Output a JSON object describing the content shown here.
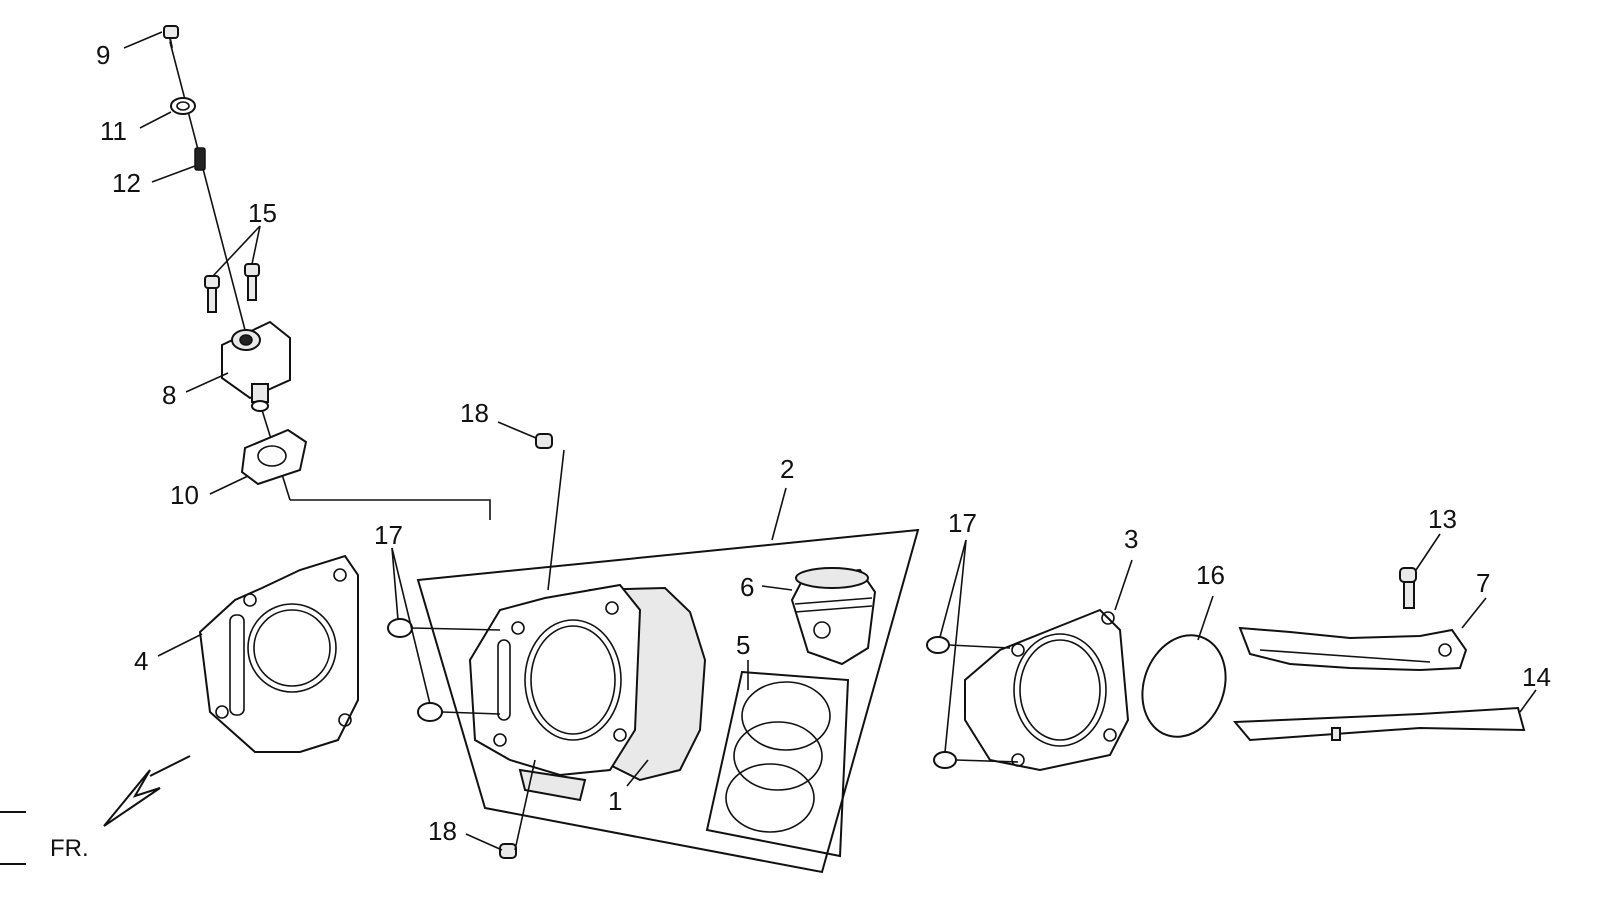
{
  "diagram": {
    "front_marker": "FR.",
    "callouts": {
      "c1": "1",
      "c2": "2",
      "c3": "3",
      "c4": "4",
      "c5": "5",
      "c6": "6",
      "c7": "7",
      "c8": "8",
      "c9": "9",
      "c10": "10",
      "c11": "11",
      "c12": "12",
      "c13": "13",
      "c14": "14",
      "c15": "15",
      "c16": "16",
      "c17a": "17",
      "c17b": "17",
      "c18a": "18",
      "c18b": "18"
    }
  }
}
